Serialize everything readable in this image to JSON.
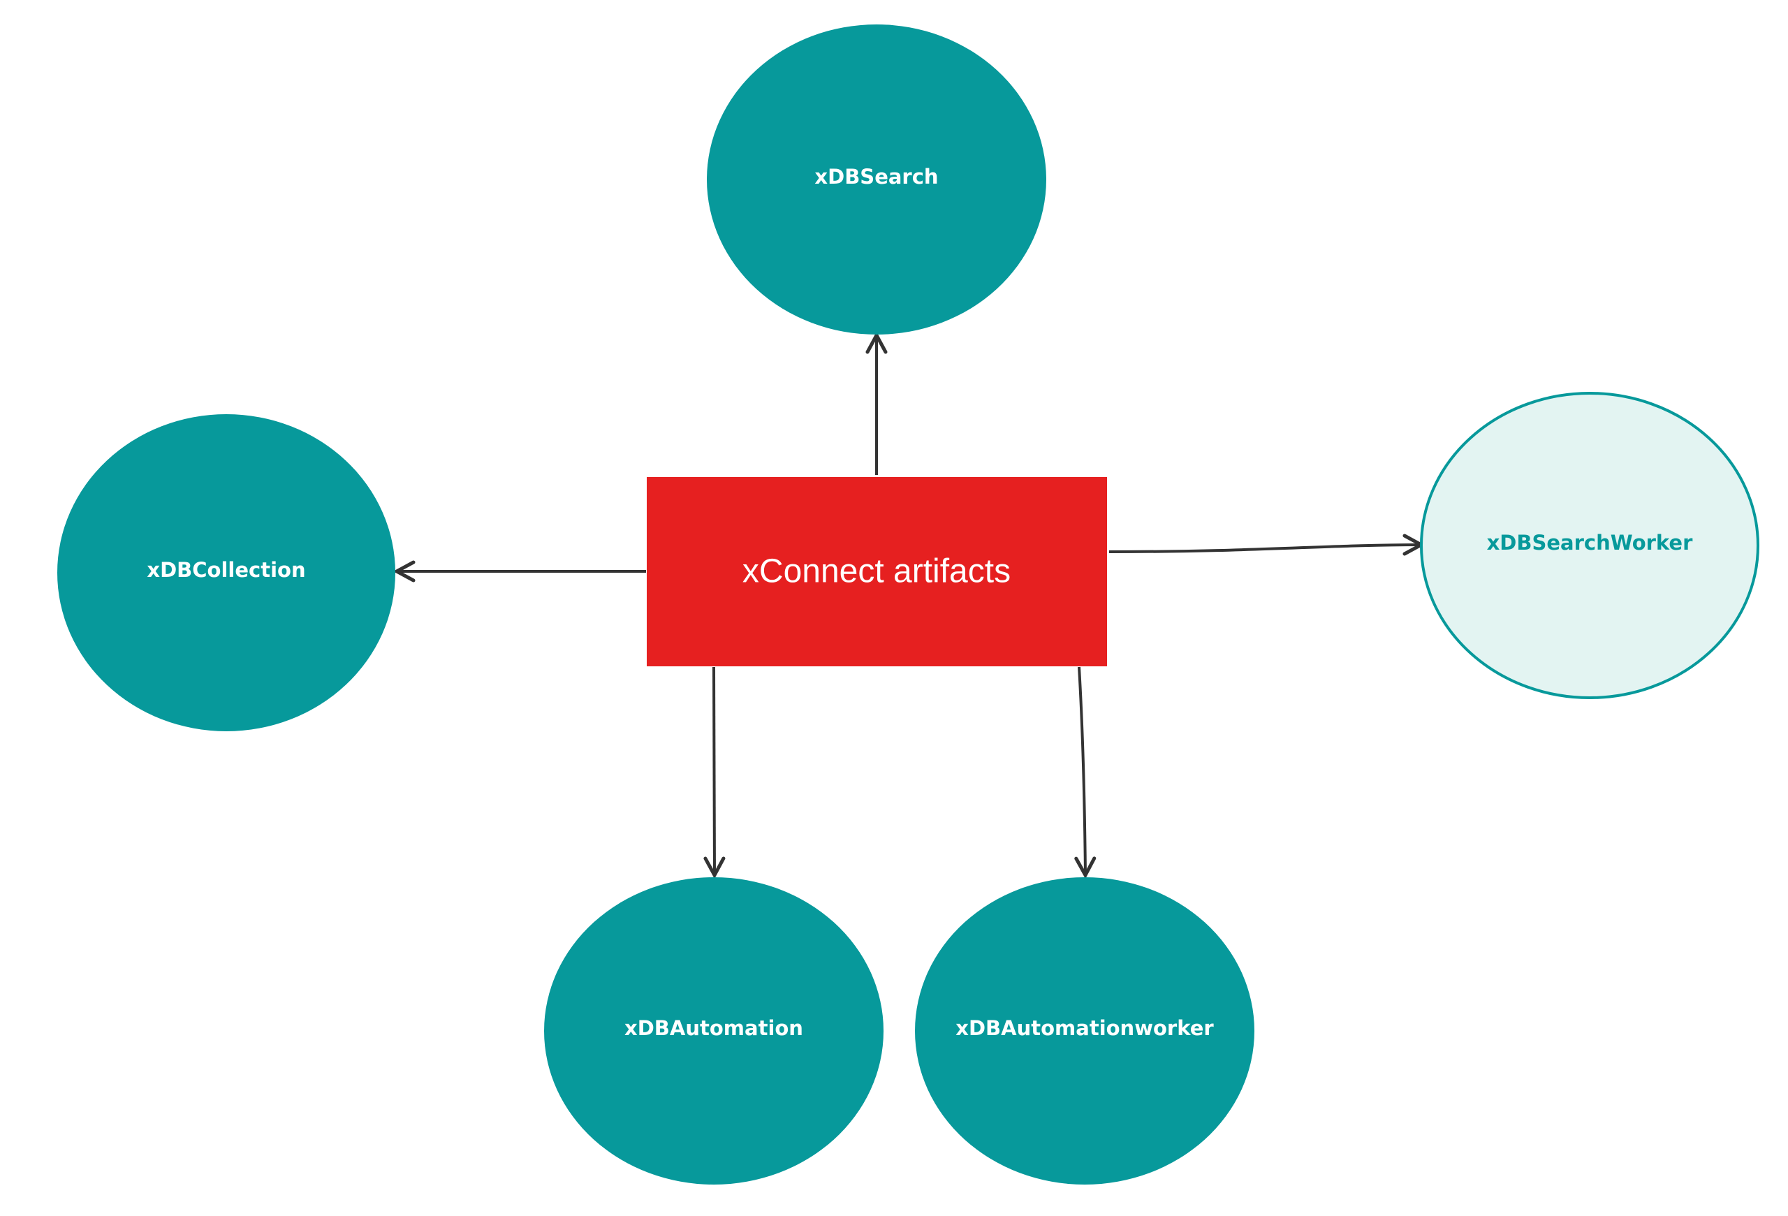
{
  "center": {
    "label": "xConnect artifacts",
    "fill": "#e62020",
    "text_color": "#ffffff"
  },
  "nodes": [
    {
      "id": "xdbsearch",
      "label": "xDBSearch",
      "style": "filled"
    },
    {
      "id": "xdbcollection",
      "label": "xDBCollection",
      "style": "filled"
    },
    {
      "id": "xdbsearchworker",
      "label": "xDBSearchWorker",
      "style": "outlined"
    },
    {
      "id": "xdbautomation",
      "label": "xDBAutomation",
      "style": "filled"
    },
    {
      "id": "xdbautomationworker",
      "label": "xDBAutomationworker",
      "style": "filled"
    }
  ],
  "edges": [
    {
      "from": "xConnect artifacts",
      "to": "xDBSearch"
    },
    {
      "from": "xConnect artifacts",
      "to": "xDBCollection"
    },
    {
      "from": "xConnect artifacts",
      "to": "xDBSearchWorker"
    },
    {
      "from": "xConnect artifacts",
      "to": "xDBAutomation"
    },
    {
      "from": "xConnect artifacts",
      "to": "xDBAutomationworker"
    }
  ],
  "colors": {
    "node_fill": "#07999b",
    "node_text": "#ffffff",
    "outlined_fill": "#e3f4f2",
    "outlined_stroke": "#07999b",
    "outlined_text": "#07999b",
    "edge": "#333333"
  }
}
